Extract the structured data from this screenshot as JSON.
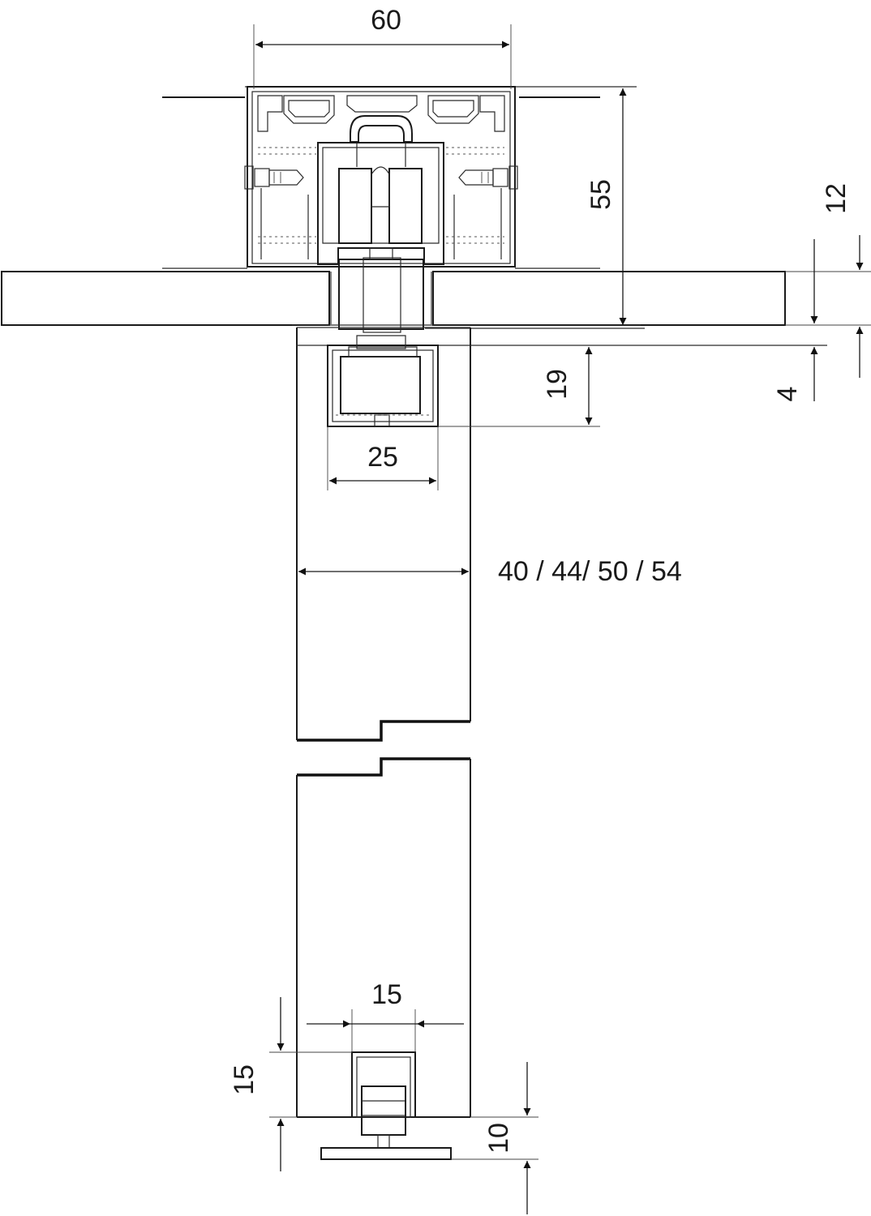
{
  "dimensions": {
    "rail_width": "60",
    "rail_height": "55",
    "ceiling_offset": "12",
    "gap_small": "4",
    "carrier_height": "19",
    "carrier_width": "25",
    "door_thickness": "40 / 44/ 50 / 54",
    "guide_width": "15",
    "guide_height": "15",
    "floor_guide_height": "10"
  }
}
